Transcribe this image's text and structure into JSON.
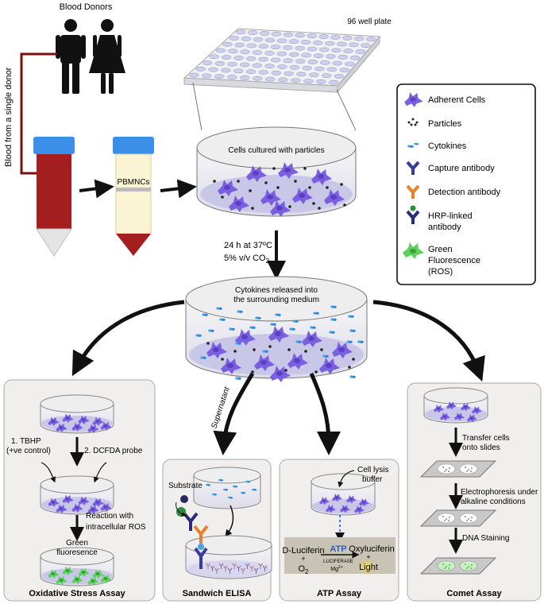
{
  "top": {
    "donors_label": "Blood Donors",
    "single_donor_label": "Blood from a single donor",
    "plate_label": "96 well plate",
    "pbmnc_label": "PBMNCs",
    "culture_label": "Cells cultured with particles",
    "incubation_line1": "24 h at 37ºC",
    "incubation_line2_prefix": "5% v/v CO",
    "incubation_line2_sub": "2",
    "release_line1": "Cytokines released into",
    "release_line2": "the surrounding medium",
    "supernatant_label": "Supernatant"
  },
  "legend": {
    "items": [
      {
        "icon": "adherent-cell-icon",
        "label": "Adherent Cells"
      },
      {
        "icon": "particles-icon",
        "label": "Particles"
      },
      {
        "icon": "cytokines-icon",
        "label": "Cytokines"
      },
      {
        "icon": "capture-antibody-icon",
        "label": "Capture antibody"
      },
      {
        "icon": "detection-antibody-icon",
        "label": "Detection antibody"
      },
      {
        "icon": "hrp-antibody-icon",
        "label": "HRP-linked",
        "label2": "antibody"
      },
      {
        "icon": "green-fluorescence-icon",
        "label": "Green",
        "label2": "Fluorescence",
        "label3": "(ROS)"
      }
    ]
  },
  "oxidative": {
    "title": "Oxidative Stress Assay",
    "step1_line1": "1. TBHP",
    "step1_line2": "(+ve control)",
    "step2": "2. DCFDA probe",
    "reaction_line1": "Reaction with",
    "reaction_line2": "intracellular ROS",
    "result_line1": "Green",
    "result_line2": "fluoresence"
  },
  "elisa": {
    "title": "Sandwich ELISA",
    "substrate_label": "Substrate"
  },
  "atp": {
    "title": "ATP Assay",
    "lysis_line1": "Cell lysis",
    "lysis_line2": "buffer",
    "d_luciferin": "D-Luciferin",
    "plus": "+",
    "o2": "O",
    "o2_sub": "2",
    "atp": "ATP",
    "luciferase": "LUCIFERASE",
    "mg": "Mg",
    "mg_sup": "2+",
    "oxyluciferin": "Oxyluciferin",
    "light": "Light"
  },
  "comet": {
    "title": "Comet Assay",
    "step1_line1": "Transfer cells",
    "step1_line2": "onto slides",
    "step2_line1": "Electrophoresis under",
    "step2_line2": "alkaline conditions",
    "step3": "DNA Staining"
  },
  "colors": {
    "cell": "#7a5fe0",
    "cell_dark": "#5a3fc0",
    "dish_fill": "#c9c7e8",
    "tube_cap": "#3c8fe8",
    "blood": "#a31f1f",
    "cytokine": "#4aa3e8",
    "green": "#5fd05f",
    "panel": "#f0efed"
  }
}
